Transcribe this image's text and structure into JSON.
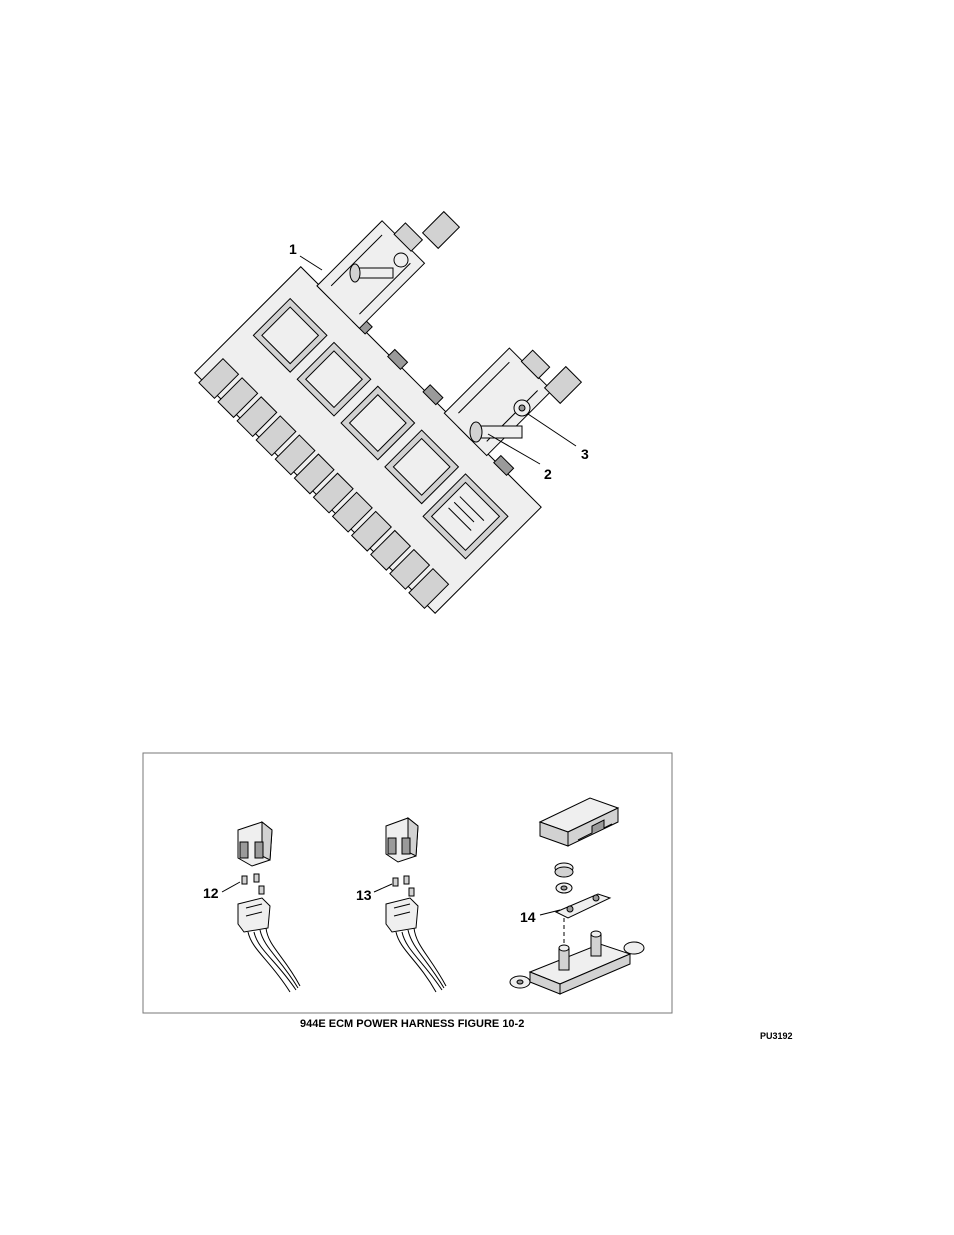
{
  "callouts": {
    "c1": "1",
    "c2": "2",
    "c3": "3",
    "c12": "12",
    "c13": "13",
    "c14": "14"
  },
  "caption": "944E ECM POWER HARNESS FIGURE 10-2",
  "figure_ref": "PU3192"
}
